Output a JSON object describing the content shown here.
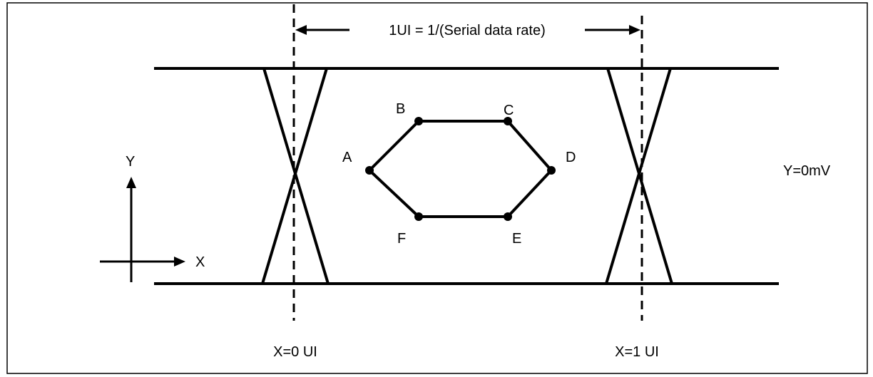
{
  "diagram": {
    "ui_span_label": "1UI = 1/(Serial data rate)",
    "x0_label": "X=0 UI",
    "x1_label": "X=1 UI",
    "y_axis_label": "Y",
    "x_axis_label": "X",
    "y_level_label": "Y=0mV",
    "points": [
      {
        "id": "A",
        "label": "A"
      },
      {
        "id": "B",
        "label": "B"
      },
      {
        "id": "C",
        "label": "C"
      },
      {
        "id": "D",
        "label": "D"
      },
      {
        "id": "E",
        "label": "E"
      },
      {
        "id": "F",
        "label": "F"
      }
    ]
  }
}
